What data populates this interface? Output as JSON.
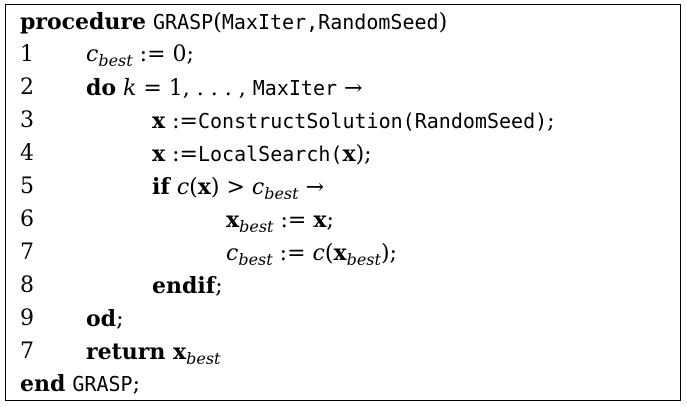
{
  "algorithm": {
    "header": {
      "keyword": "procedure",
      "name": "GRASP",
      "open": "(",
      "param1": "MaxIter",
      "comma": ",",
      "param2": "RandomSeed",
      "close": ")"
    },
    "lines": [
      {
        "num": "1",
        "c": "c",
        "sub": "best",
        "rest": " := 0;"
      },
      {
        "num": "2",
        "kw": "do",
        "k": " k",
        "eq": " = 1, . . . , ",
        "maxiter": "MaxIter",
        "arrow": " →"
      },
      {
        "num": "3",
        "x": "x",
        "assign": " :=",
        "call": "ConstructSolution(RandomSeed)",
        "end": ";"
      },
      {
        "num": "4",
        "x": "x",
        "assign": " :=",
        "call": "LocalSearch(",
        "arg": "x",
        "close": ");"
      },
      {
        "num": "5",
        "kw": "if",
        "c": " c",
        "paren_open": "(",
        "x": "x",
        "paren_close": ") > ",
        "c2": "c",
        "sub": "best",
        "arrow": " →"
      },
      {
        "num": "6",
        "x": "x",
        "sub": "best",
        "assign": " := ",
        "x2": "x",
        "end": ";"
      },
      {
        "num": "7",
        "c": "c",
        "sub": "best",
        "assign": " := ",
        "c2": "c",
        "paren_open": "(",
        "x": "x",
        "sub2": "best",
        "end": ");"
      },
      {
        "num": "8",
        "kw": "endif",
        "end": ";"
      },
      {
        "num": "9",
        "kw": "od",
        "end": ";"
      },
      {
        "num": "7",
        "kw": "return",
        "x": " x",
        "sub": "best"
      }
    ],
    "footer": {
      "keyword": "end",
      "name": "GRASP",
      "end": ";"
    }
  }
}
